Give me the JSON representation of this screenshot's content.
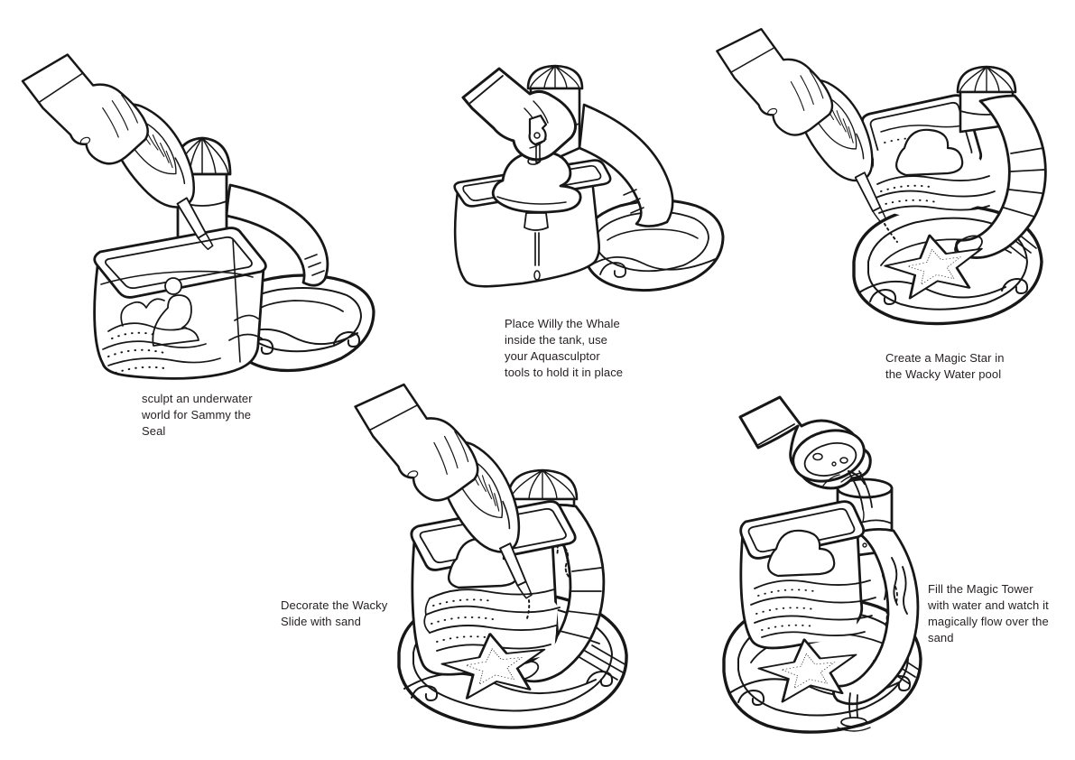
{
  "page": {
    "background": "#ffffff",
    "ink_color": "#171717",
    "style": "black-and-white line-art toy instruction sheet"
  },
  "steps": [
    {
      "caption": "sculpt an underwater\nworld for Sammy the\nSeal",
      "illustration": "hand squeezing Aquasculptor bottle into water tank containing seal sand sculpture, beside domed tower and swirl-decorated pool"
    },
    {
      "caption": "Place Willy the Whale\ninside the tank, use\nyour Aquasculptor\ntools to hold it in place",
      "illustration": "hand pinching small tool pin above whale figure in tank, with domed tower, slide and pool"
    },
    {
      "caption": "Create a Magic Star in\nthe Wacky Water pool",
      "illustration": "hand squeezing Aquasculptor bottle drawing dotted sand star inside round pool, tank and domed tower with slide behind"
    },
    {
      "caption": "Decorate the Wacky\nSlide with sand",
      "illustration": "hand squeezing Aquasculptor bottle pouring sand onto curved slide, tank with layered sand, domed tower, star in pool"
    },
    {
      "caption": "Fill the Magic Tower\nwith water and watch it\nmagically flow over the\nsand",
      "illustration": "hand pouring cup of water into magic tower, water flowing down slide over sand into star pool"
    }
  ]
}
